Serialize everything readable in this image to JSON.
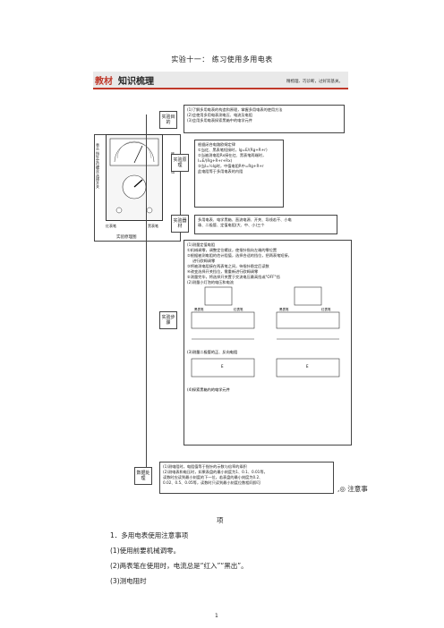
{
  "header": {
    "title": "实验十一：    练习使用多用电表"
  },
  "banner": {
    "prefix": "教材",
    "title": "知识梳理",
    "slogan": "精梳理、巧诊断，过好双基关。"
  },
  "sections": [
    {
      "label": "实验目的",
      "lines": [
        "(1)了解多用电表的构造和原理，掌握多用电表的使用方法",
        "(2)会使用多用电表测电压、电流及电阻",
        "(3)会用多用电表探索黑箱中的电学元件"
      ]
    },
    {
      "label": "实验原理",
      "lines": [
        "根据闭合电路欧姆定律",
        "①当红、黑表笔短接时，Ig=E/(Rg+R+r)",
        "②当被测电阻Rx接在红、黑表笔两端时，",
        "I=E/(Rg+R+r+Rx)",
        "③当I=½Ig时，中值电阻R中=Rg+R+r",
        "此电阻等于多用电表的内阻"
      ]
    },
    {
      "label": "实验器材",
      "lines": [
        "多用电表、电学黑箱、直流电源、开关、导线若干、小电",
        "珠、二极管、定值电阻(大、中、小)三个"
      ]
    },
    {
      "label": "实验步骤",
      "lines": [
        "(1)测量定值电阻",
        "①机械调零，调整定位螺丝，使指针指向左端的零位置",
        "②根据被测电阻的估计阻值，选择合适的挡位，把两表笔短接，",
        "进行欧姆调零",
        "③将被测电阻接在两表笔之间，待指针稳定后读数",
        "④改变选择开关挡位，需重新进行欧姆调零",
        "⑤测量完毕，将选择开关置于交流电压最高挡或\"OFF\"挡",
        "(2)测量小灯泡的电压和电流"
      ]
    },
    {
      "label": "数据处理",
      "lines": [
        "(1)测电阻时，电阻值等于指针的示数与倍率的乘积",
        "(2)测电表和电压时，如果表盘的最小刻度为1、0.1、0.01等，",
        "读数时应读到最小刻度的下一位，若表盘的最小刻度为0.2、",
        "0.02、0.5、0.05等，读数时只读到最小刻度位数相同即可"
      ]
    }
  ],
  "step_labels": {
    "black_pen": "黑表笔",
    "red_pen": "红表笔",
    "diode_part": "(3)测量二极管的正、反向电阻",
    "blackbox_part": "(4)探索黑箱内的电学元件",
    "emf": "E"
  },
  "figure": {
    "caption": "实验原理图",
    "left_label": "表头 指针定位螺丝 选择开关",
    "right_label": "欧姆调零旋钮",
    "pen_red": "红表笔",
    "pen_black": "黑表笔"
  },
  "continuation": ",◎  注意事",
  "continuation2": "项",
  "body": {
    "heading": "1．多用电表使用注意事项",
    "items": [
      "(1)使用前要机械调零。",
      "(2)两表笔在使用时，电流总是“红入”“黑出”。",
      "(3)测电阻时"
    ]
  },
  "page_number": "1"
}
